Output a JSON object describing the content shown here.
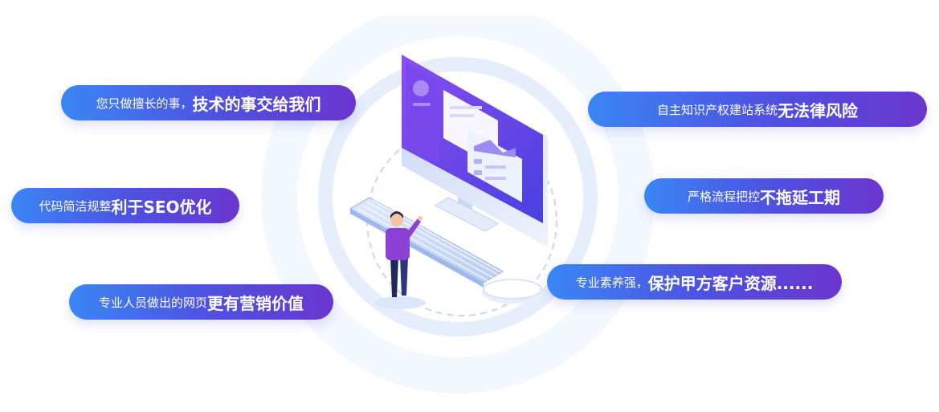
{
  "features": [
    {
      "normal": "您只做擅长的事，",
      "bold": "技术的事交给我们"
    },
    {
      "normal": "代码简洁规整",
      "bold": "利于SEO优化"
    },
    {
      "normal": "专业人员做出的网页",
      "bold": "更有营销价值"
    },
    {
      "normal": "自主知识产权建站系统",
      "bold": "无法律风险"
    },
    {
      "normal": "严格流程把控",
      "bold": "不拖延工期"
    },
    {
      "normal": "专业素养强，",
      "bold": "保护甲方客户资源......"
    }
  ],
  "colors": {
    "pill_gradient_start": "#3a86f5",
    "pill_gradient_mid": "#4f4fe0",
    "pill_gradient_end": "#6a36cf",
    "ring": "#eef4fd",
    "monitor_screen": "#6b3ee8"
  },
  "icons": [
    "computer-monitor-illustration",
    "keyboard-illustration",
    "mouse-illustration",
    "person-illustration"
  ]
}
